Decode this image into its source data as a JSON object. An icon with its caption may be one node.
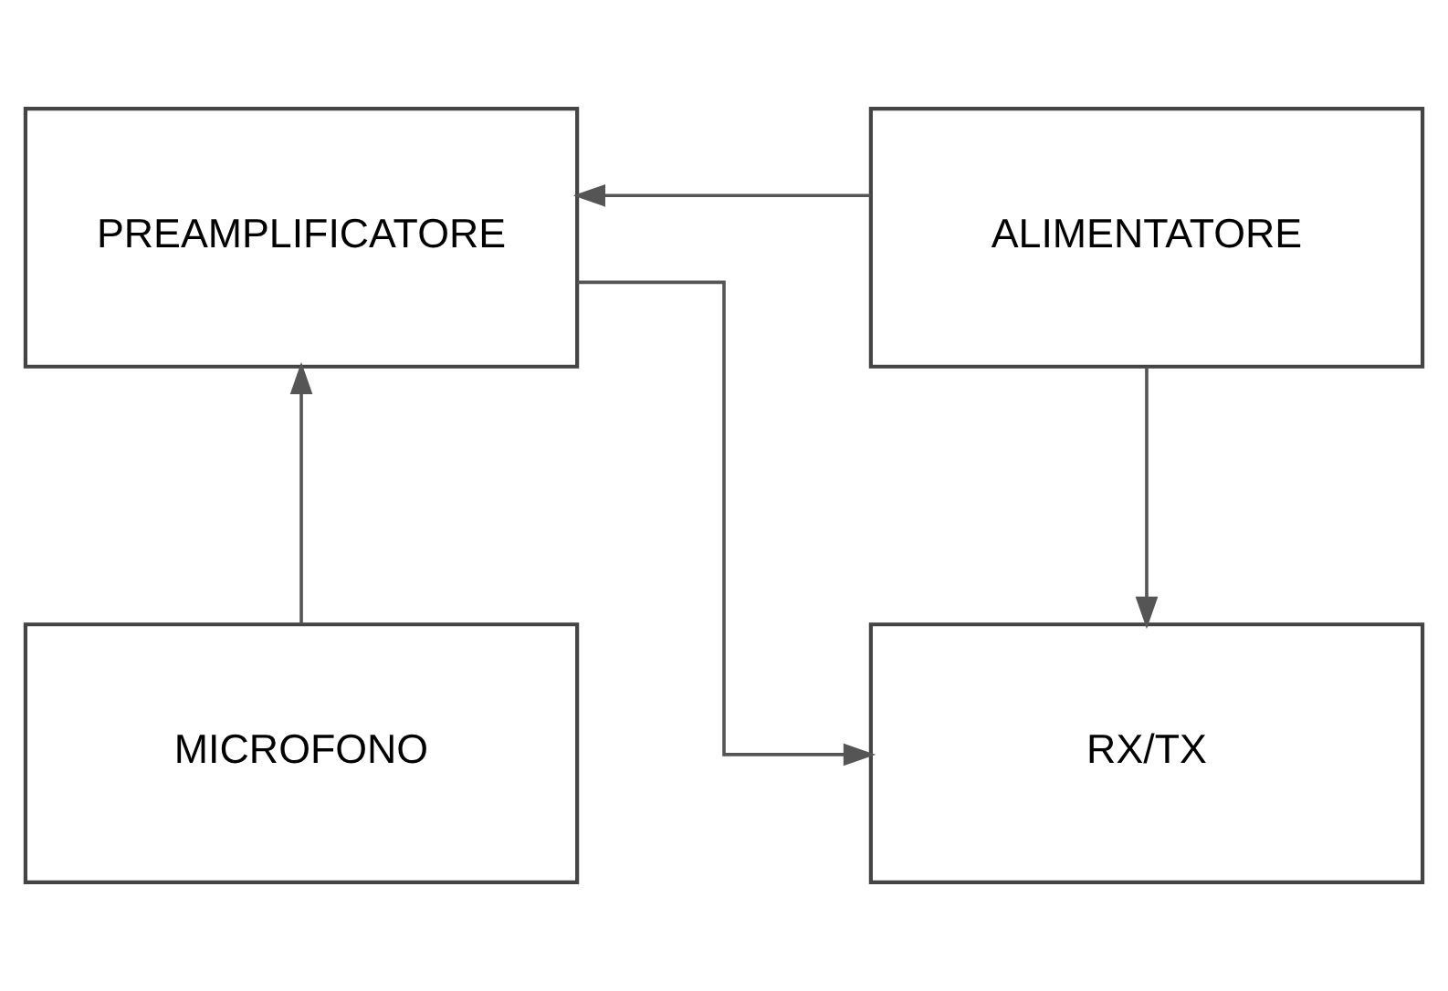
{
  "diagram": {
    "nodes": [
      {
        "text": [
          "PREAMPLIFICATORE"
        ]
      },
      {
        "text": [
          "ALIMENTATORE"
        ]
      },
      {
        "text": [
          "MICROFONO"
        ]
      },
      {
        "text": [
          "RX/TX"
        ]
      }
    ],
    "edges": [
      {
        "from": 1,
        "to": 0,
        "arrow": "to"
      },
      {
        "from": 2,
        "to": 0,
        "arrow": "to"
      },
      {
        "from": 0,
        "to": 3,
        "arrow": "to"
      },
      {
        "from": 1,
        "to": 3,
        "arrow": "to"
      }
    ]
  }
}
